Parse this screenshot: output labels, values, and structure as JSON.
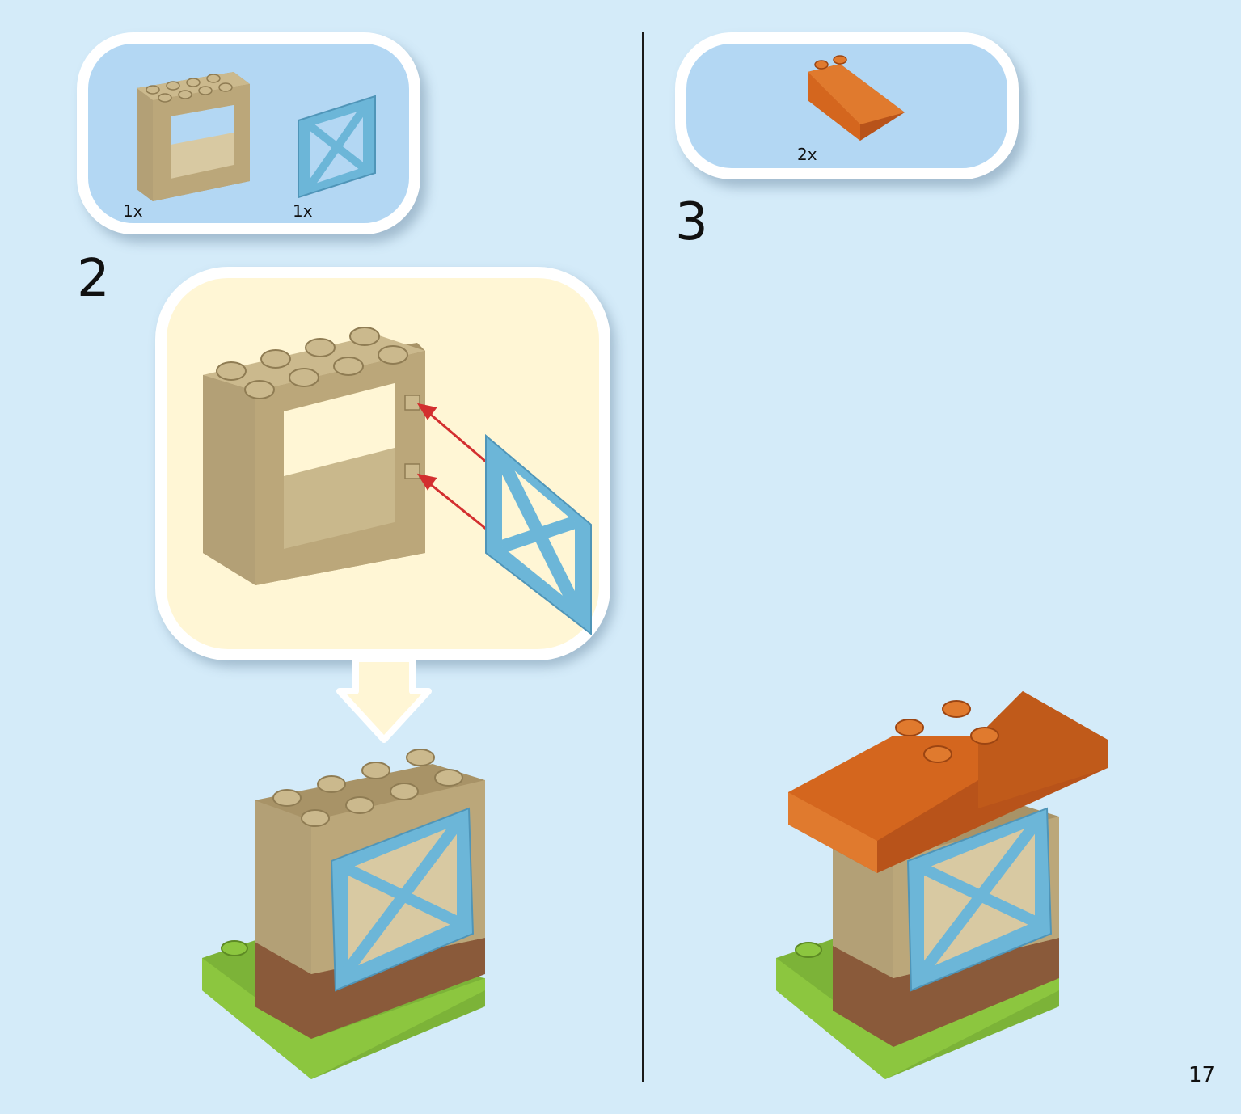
{
  "step2": {
    "number": "2",
    "parts": [
      {
        "qty": "1x",
        "icon": "tan-window-frame-brick-icon"
      },
      {
        "qty": "1x",
        "icon": "blue-window-shutter-icon"
      }
    ]
  },
  "step3": {
    "number": "3",
    "parts": [
      {
        "qty": "2x",
        "icon": "orange-roof-slope-brick-icon"
      }
    ]
  },
  "page_number": "17",
  "colors": {
    "background": "#d4ebf9",
    "parts_box": "#b3d7f3",
    "callout": "#fff6d5",
    "tan": "#bba77a",
    "blue": "#6cb6d8",
    "orange": "#d4661e",
    "brown": "#8a5a3a",
    "green": "#8cc63f",
    "arrow": "#d32f2f"
  }
}
